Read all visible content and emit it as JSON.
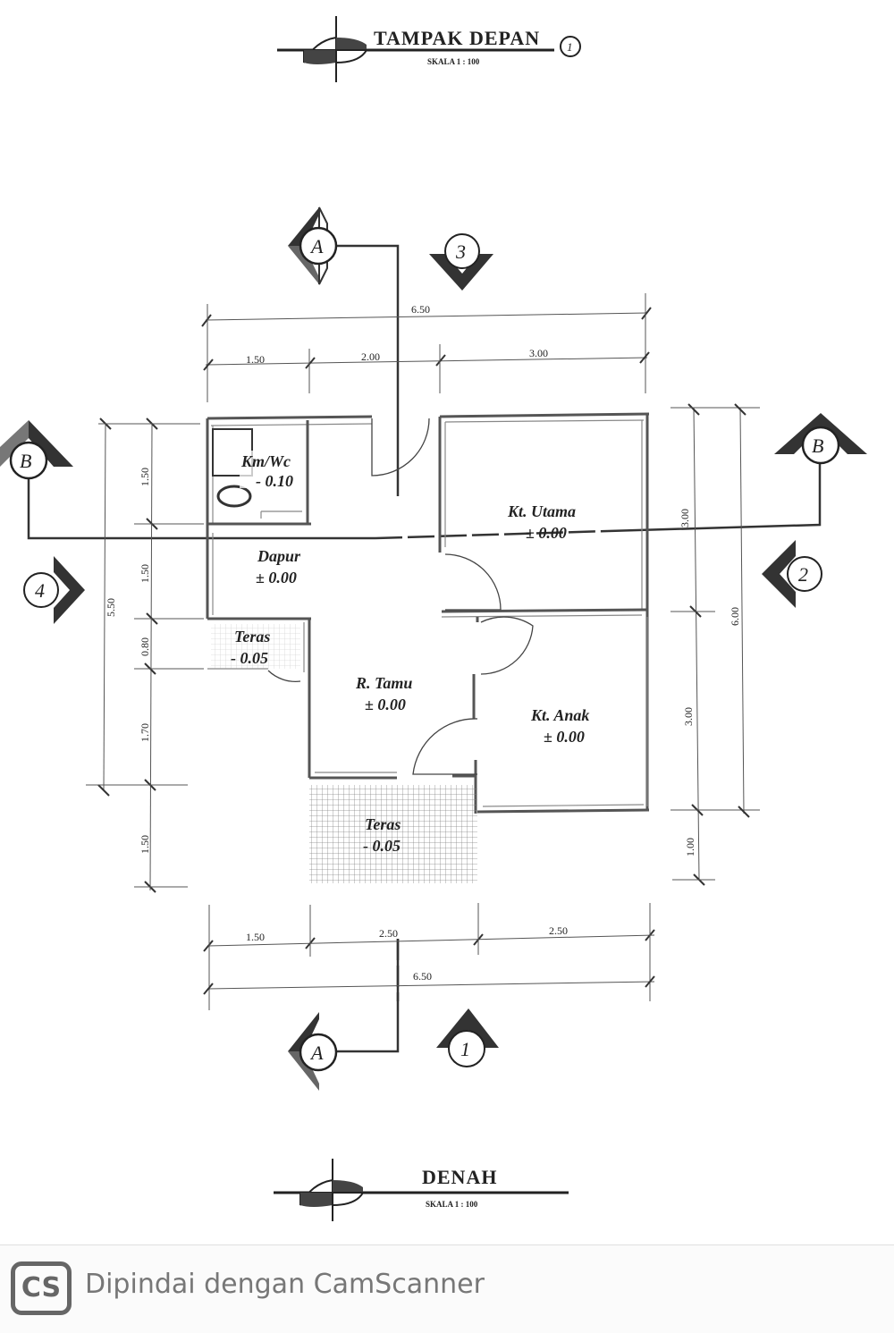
{
  "title_top": {
    "label": "TAMPAK DEPAN",
    "scale": "SKALA 1 : 100",
    "number": "1"
  },
  "title_bottom": {
    "label": "DENAH",
    "scale": "SKALA 1 : 100"
  },
  "rooms": {
    "kmwc": {
      "name": "Km/Wc",
      "level": "- 0.10"
    },
    "dapur": {
      "name": "Dapur",
      "level": "± 0.00"
    },
    "teras_side": {
      "name": "Teras",
      "level": "- 0.05"
    },
    "tamu": {
      "name": "R. Tamu",
      "level": "± 0.00"
    },
    "utama": {
      "name": "Kt. Utama",
      "level": "± 0.00"
    },
    "anak": {
      "name": "Kt. Anak",
      "level": "± 0.00"
    },
    "teras_front": {
      "name": "Teras",
      "level": "- 0.05"
    }
  },
  "dims": {
    "top_total": "6.50",
    "top_a": "1.50",
    "top_b": "2.00",
    "top_c": "3.00",
    "bot_a": "1.50",
    "bot_b": "2.50",
    "bot_c": "2.50",
    "bot_total": "6.50",
    "left_a": "1.50",
    "left_b": "1.50",
    "left_c": "0.80",
    "left_d": "1.70",
    "left_e": "1.50",
    "left_total": "5.50",
    "right_a": "3.00",
    "right_b": "3.00",
    "right_c": "1.00",
    "right_total": "6.00"
  },
  "markers": {
    "section_a": "A",
    "section_b": "B",
    "view_1": "1",
    "view_2": "2",
    "view_3": "3",
    "view_4": "4"
  },
  "footer": {
    "logo": "CS",
    "text": "Dipindai dengan CamScanner"
  }
}
